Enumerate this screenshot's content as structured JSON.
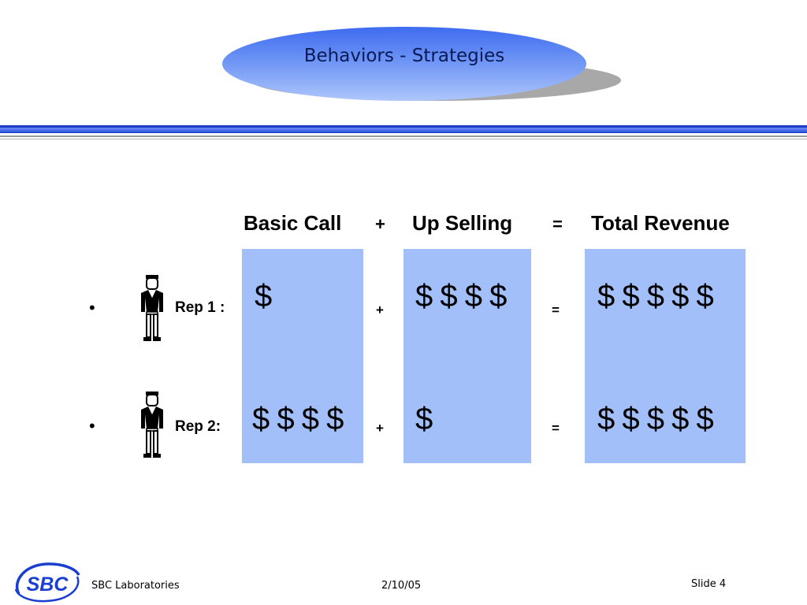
{
  "slide": {
    "title": "Behaviors - Strategies"
  },
  "headers": {
    "basic_call": "Basic Call",
    "plus": "+",
    "up_selling": "Up Selling",
    "equals": "=",
    "total_revenue": "Total Revenue"
  },
  "rows": [
    {
      "bullet": "•",
      "label": "Rep 1 :",
      "basic": "$",
      "plus": "+",
      "up": "$ $ $ $",
      "equals": "=",
      "total": "$ $ $ $ $"
    },
    {
      "bullet": "•",
      "label": "Rep 2:",
      "basic": "$ $ $ $",
      "plus": "+",
      "up": "$",
      "equals": "=",
      "total": "$ $ $ $ $"
    }
  ],
  "footer": {
    "logo_text": "SBC",
    "company": "SBC Laboratories",
    "date": "2/10/05",
    "slide_number": "Slide 4"
  },
  "colors": {
    "column_fill": "#a2bff9",
    "title_fill": "#3d6cf0",
    "rule_blue": "#1c3ac8",
    "logo_blue": "#1a3fd0"
  },
  "icons": {
    "rep": "person-icon",
    "logo": "sbc-logo-icon"
  }
}
